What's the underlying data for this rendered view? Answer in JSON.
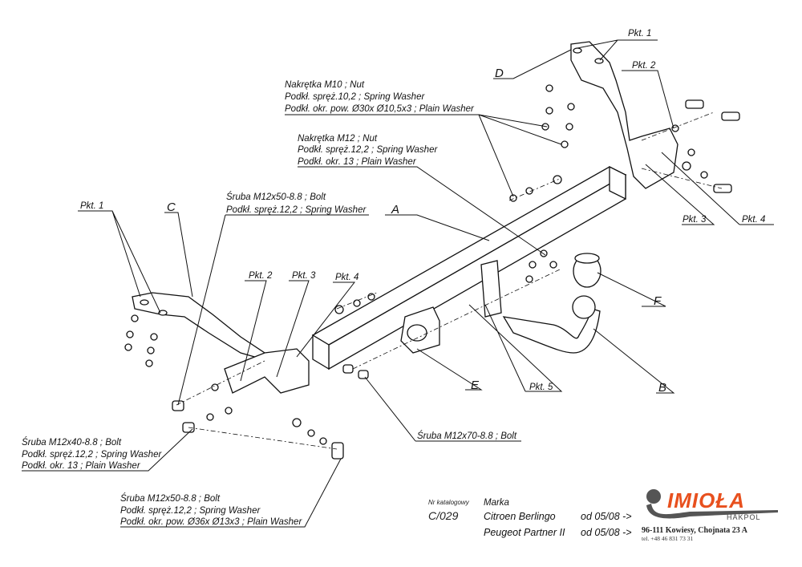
{
  "labels": {
    "pkt1_top": "Pkt. 1",
    "d": "D",
    "pkt2_top": "Pkt. 2",
    "a": "A",
    "pkt3_right": "Pkt. 3",
    "pkt4_right": "Pkt. 4",
    "pkt1_left": "Pkt. 1",
    "c": "C",
    "pkt2_mid": "Pkt. 2",
    "pkt3_mid": "Pkt. 3",
    "pkt4_mid": "Pkt. 4",
    "f": "F",
    "e": "E",
    "pkt5": "Pkt. 5",
    "b": "B"
  },
  "notes": {
    "nut_m10": [
      "Nakrętka  M10 ; Nut",
      "Podkł. spręż.10,2 ; Spring Washer",
      "Podkł. okr. pow. Ø30x Ø10,5x3 ; Plain Washer"
    ],
    "nut_m12": [
      "Nakrętka  M12 ; Nut",
      "Podkł. spręż.12,2 ; Spring Washer",
      "Podkł. okr. 13 ; Plain Washer"
    ],
    "bolt_m12x50_top": [
      "Śruba M12x50-8.8 ;  Bolt",
      "Podkł. spręż.12,2 ; Spring Washer"
    ],
    "bolt_m12x70": [
      "Śruba M12x70-8.8 ;  Bolt"
    ],
    "bolt_m12x40": [
      "Śruba M12x40-8.8 ;  Bolt",
      "Podkł. spręż.12,2 ; Spring Washer",
      "Podkł. okr. 13 ; Plain Washer"
    ],
    "bolt_m12x50_bottom": [
      "Śruba M12x50-8.8 ;  Bolt",
      "Podkł. spręż.12,2 ; Spring Washer",
      "Podkł. okr. pow. Ø36x Ø13x3 ; Plain Washer"
    ]
  },
  "title_block": {
    "catalog_label": "Nr katalogowy",
    "catalog_number": "C/029",
    "brand_label": "Marka",
    "vehicles": [
      {
        "name": "Citroen Berlingo",
        "from": "od  05/08 ->"
      },
      {
        "name": "Peugeot Partner II",
        "from": "od  05/08 ->"
      }
    ]
  },
  "logo": {
    "name": "IMIOŁA",
    "sub": "HAKPOL",
    "address": "96-111 Kowiesy, Chojnata 23 A",
    "tel": "tel. +48 46 831 73 31",
    "color": "#e8501e"
  }
}
